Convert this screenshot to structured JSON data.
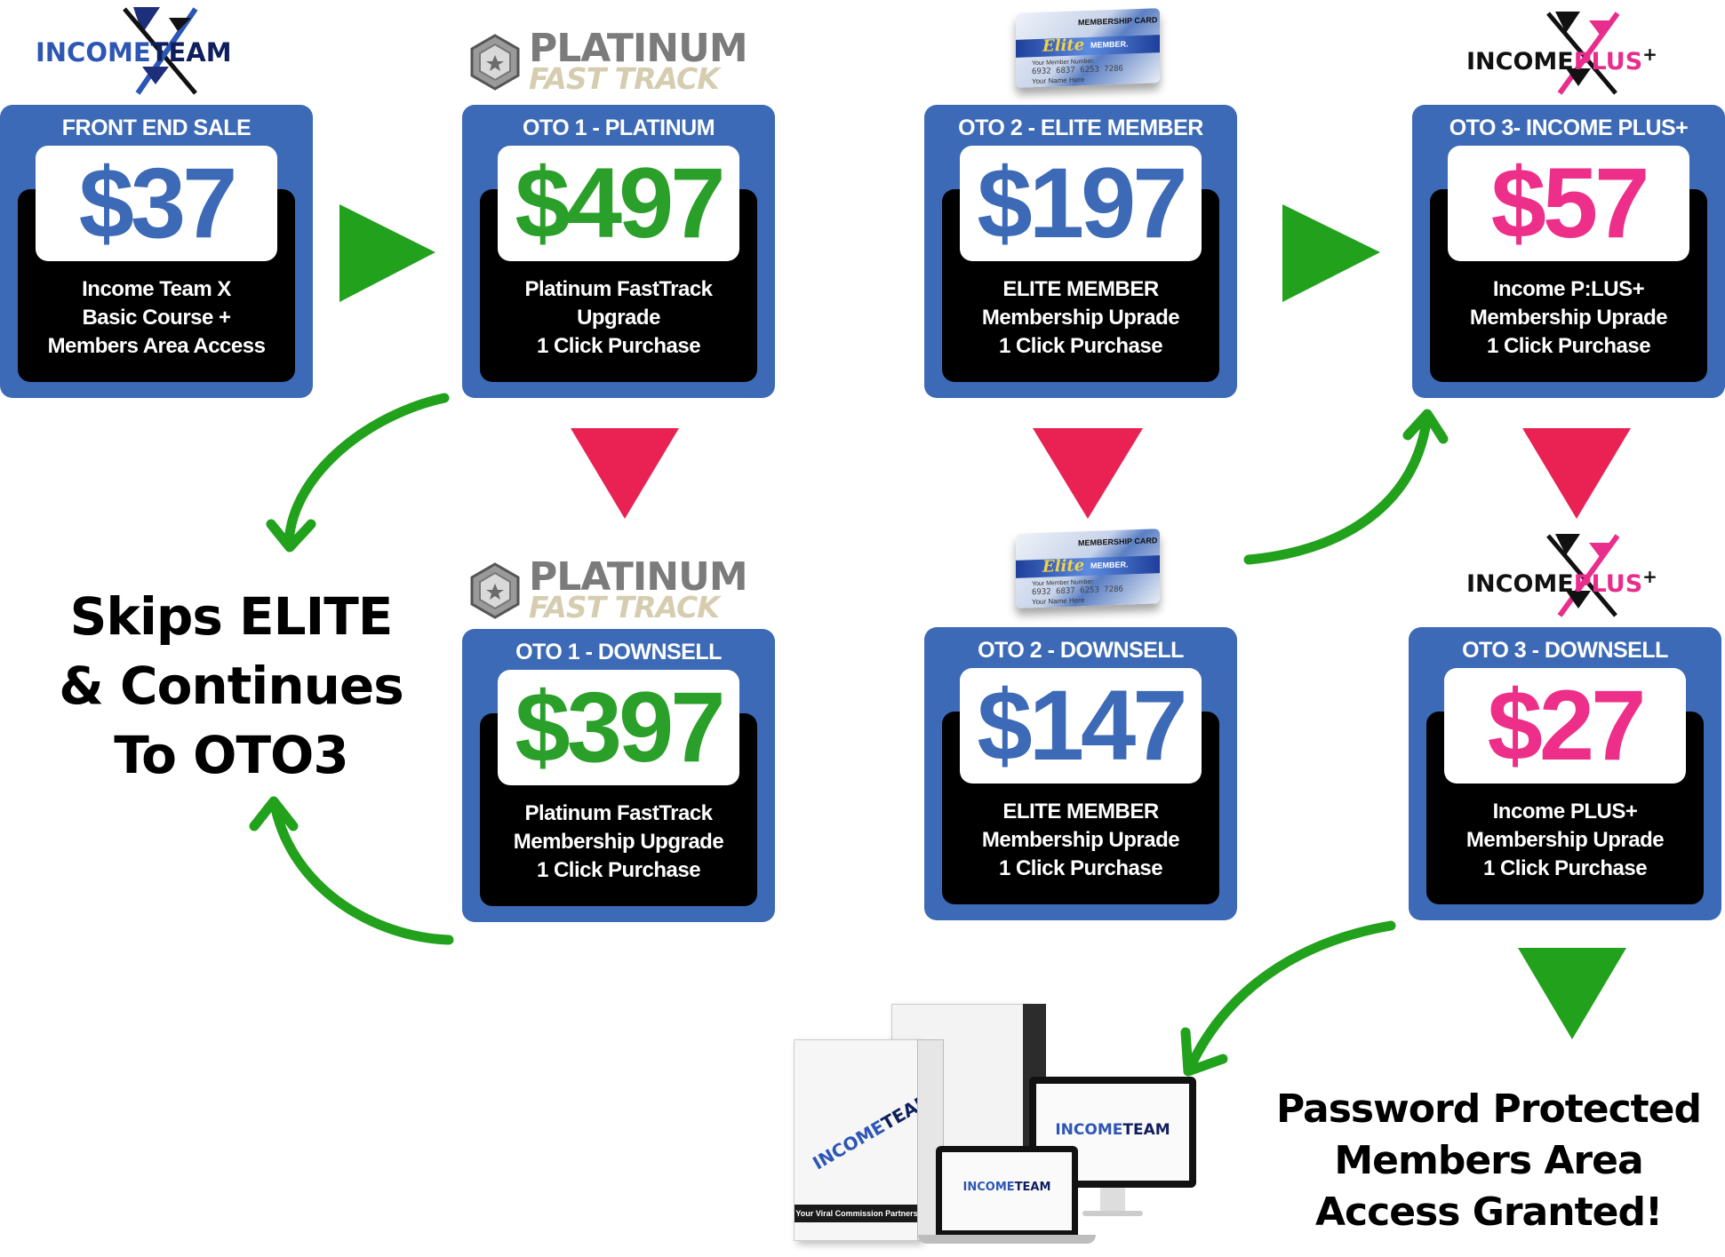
{
  "colors": {
    "card_blue": "#3c6ab6",
    "price_blue": "#3c6ab6",
    "price_green": "#2aa02a",
    "price_pink": "#ee2f8a",
    "arrow_green": "#22a11c",
    "arrow_red": "#ea2254"
  },
  "logos": {
    "income_team_a": "INCOME",
    "income_team_b": "TEAM",
    "platinum_a": "PLATINUM",
    "platinum_b": "FAST TRACK",
    "income_plus_a": "INCOME",
    "income_plus_b": "PLUS",
    "income_plus_sup": "+",
    "card_title": "MEMBERSHIP CARD",
    "card_elite": "Elite",
    "card_member": "MEMBER.",
    "card_number_label": "Your Member Number:",
    "card_number": "6932 6837 6253 7286",
    "card_name": "Your Name Here",
    "box_tagline": "Your Viral Commission Partners"
  },
  "cards": {
    "fe": {
      "title": "FRONT END SALE",
      "price": "$37",
      "lines": [
        "Income Team X",
        "Basic Course +",
        "Members Area Access"
      ]
    },
    "oto1": {
      "title": "OTO 1 - PLATINUM",
      "price": "$497",
      "lines": [
        "Platinum FastTrack",
        "Upgrade",
        "1 Click Purchase"
      ]
    },
    "oto2": {
      "title": "OTO 2 - ELITE MEMBER",
      "price": "$197",
      "lines": [
        "ELITE MEMBER",
        "Membership Uprade",
        "1 Click Purchase"
      ]
    },
    "oto3": {
      "title": "OTO 3- INCOME PLUS+",
      "price": "$57",
      "lines": [
        "Income P:LUS+",
        "Membership Uprade",
        "1 Click Purchase"
      ]
    },
    "oto1_down": {
      "title": "OTO 1 - DOWNSELL",
      "price": "$397",
      "lines": [
        "Platinum FastTrack",
        "Membership Upgrade",
        "1 Click Purchase"
      ]
    },
    "oto2_down": {
      "title": "OTO 2 - DOWNSELL",
      "price": "$147",
      "lines": [
        "ELITE MEMBER",
        "Membership Uprade",
        "1 Click Purchase"
      ]
    },
    "oto3_down": {
      "title": "OTO 3 - DOWNSELL",
      "price": "$27",
      "lines": [
        "Income PLUS+",
        "Membership Uprade",
        "1 Click Purchase"
      ]
    }
  },
  "labels": {
    "skip": [
      "Skips ELITE",
      "& Continues",
      "To OTO3"
    ],
    "final": [
      "Password Protected",
      "Members Area",
      "Access Granted!"
    ]
  }
}
